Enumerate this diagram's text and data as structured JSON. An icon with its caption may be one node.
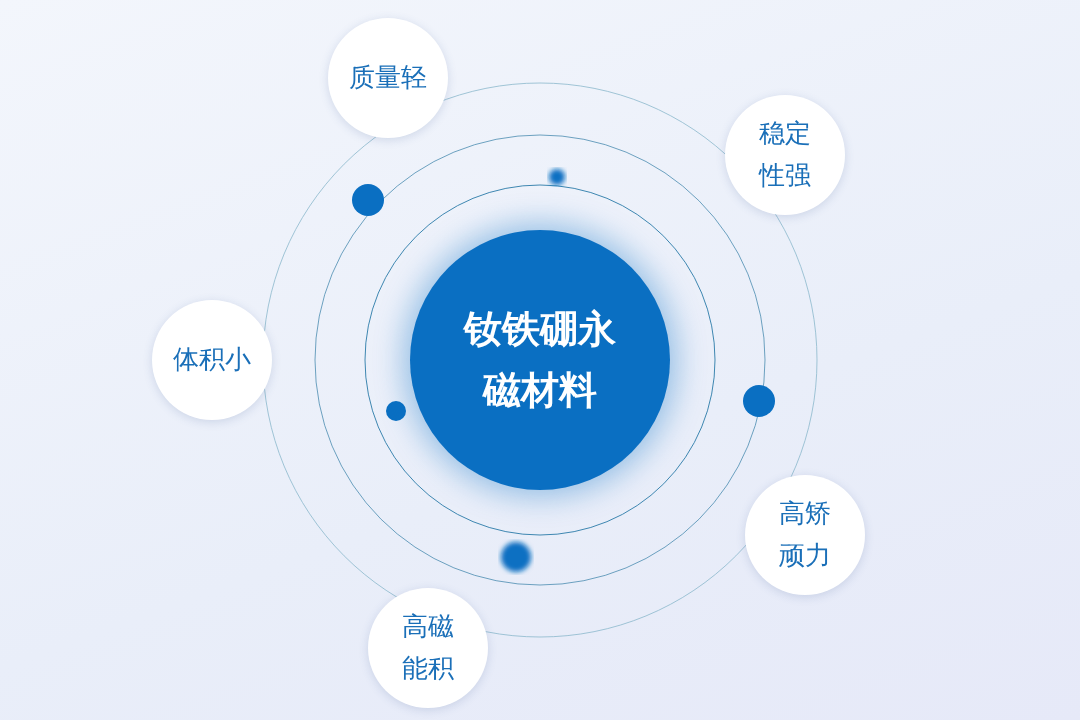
{
  "diagram": {
    "nodes": [
      {
        "text": [
          "钕铁硼永磁材料"
        ]
      },
      {
        "text": [
          "质量轻"
        ]
      },
      {
        "text": [
          "稳定性强"
        ]
      },
      {
        "text": [
          "体积小"
        ]
      },
      {
        "text": [
          "高矫顽力"
        ]
      },
      {
        "text": [
          "高磁能积"
        ]
      }
    ]
  }
}
